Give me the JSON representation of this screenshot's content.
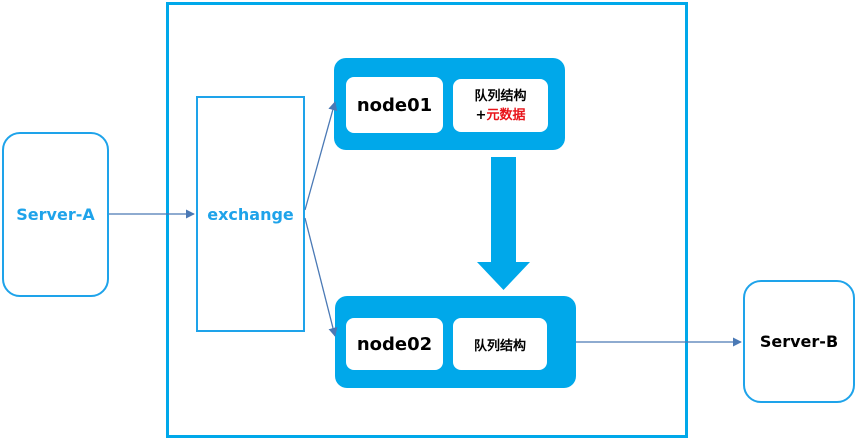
{
  "server_a": {
    "label": "Server-A"
  },
  "server_b": {
    "label": "Server-B"
  },
  "exchange": {
    "label": "exchange"
  },
  "node01": {
    "name": "node01",
    "storage_line1": "队列结构",
    "storage_line2_plus": "+",
    "storage_line2_meta": "元数据"
  },
  "node02": {
    "name": "node02",
    "storage": "队列结构"
  },
  "colors": {
    "accent": "#00a8ea",
    "arrow": "#4a79b5",
    "metadata_text": "#e8141b"
  }
}
